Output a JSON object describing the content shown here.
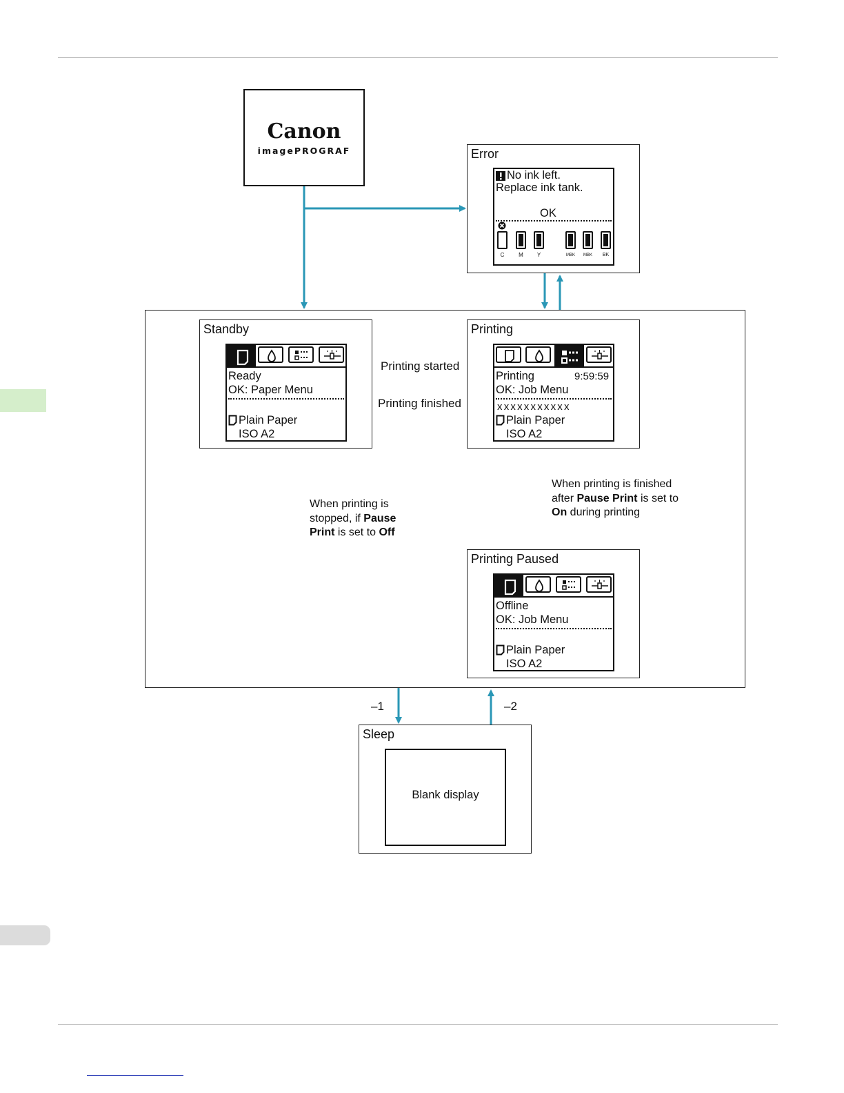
{
  "logo": {
    "brand": "Canon",
    "product": "imagePROGRAF"
  },
  "error": {
    "title": "Error",
    "line1": "No ink left.",
    "line2": "Replace ink tank.",
    "ok": "OK",
    "ink_labels": [
      "C",
      "M",
      "Y",
      "MBK",
      "MBK",
      "BK"
    ]
  },
  "standby": {
    "title": "Standby",
    "line1": "Ready",
    "line2": "OK: Paper Menu",
    "paper": "Plain Paper",
    "size": "ISO A2"
  },
  "printing": {
    "title": "Printing",
    "line1": "Printing",
    "time": "9:59:59",
    "line2": "OK: Job Menu",
    "job": "xxxxxxxxxxx",
    "paper": "Plain Paper",
    "size": "ISO A2"
  },
  "paused": {
    "title": "Printing Paused",
    "line1": "Offline",
    "line2": "OK: Job Menu",
    "paper": "Plain Paper",
    "size": "ISO A2"
  },
  "sleep": {
    "title": "Sleep",
    "display": "Blank display"
  },
  "arrows": {
    "printing_started": "Printing started",
    "printing_finished": "Printing finished",
    "note1": "–1",
    "note2": "–2"
  },
  "notes": {
    "stopped": {
      "l1": "When printing is",
      "l2a": "stopped, if ",
      "l2b": "Pause",
      "l3a": "Print",
      "l3b": " is set to ",
      "l3c": "Off"
    },
    "finished": {
      "l1": "When printing is finished",
      "l2a": "after ",
      "l2b": "Pause Print",
      "l2c": " is set to",
      "l3a": "On",
      "l3b": " during printing"
    }
  },
  "colors": {
    "arrow": "#2a97b6",
    "side_tab": "#d5eecb"
  }
}
